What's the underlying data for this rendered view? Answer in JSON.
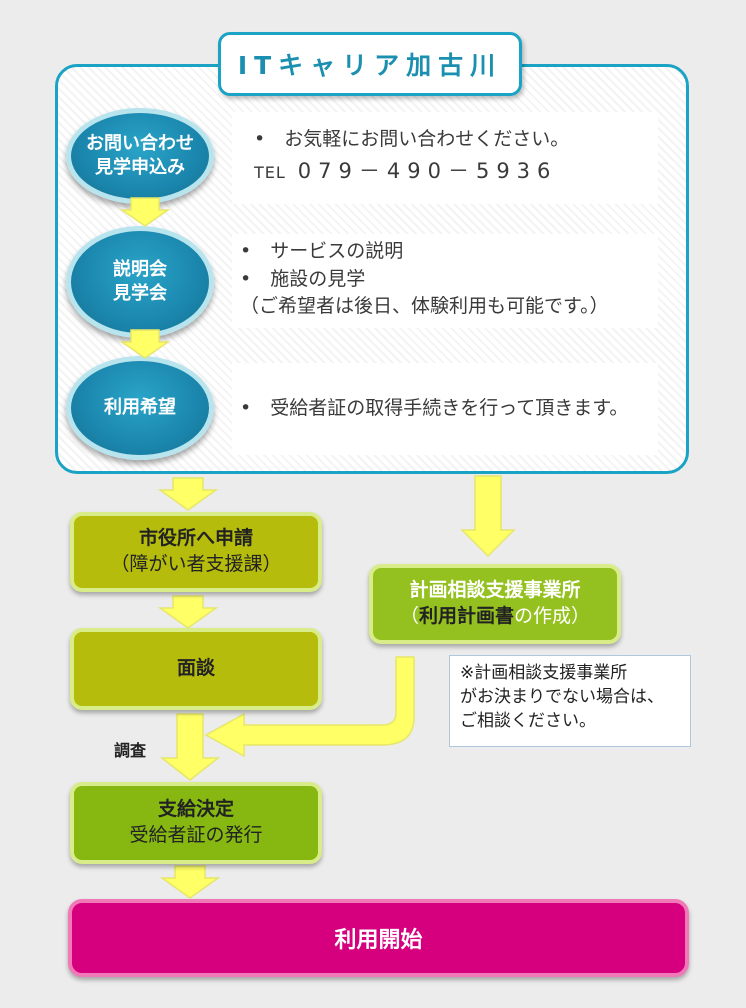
{
  "title": "ITキャリア加古川",
  "steps": [
    {
      "oval_lines": [
        "お問い合わせ",
        "見学申込み"
      ],
      "info_bullets": [
        "お気軽にお問い合わせください。"
      ],
      "tel_prefix": "TEL",
      "tel_number": "079－490－5936"
    },
    {
      "oval_lines": [
        "説明会",
        "見学会"
      ],
      "info_bullets": [
        "サービスの説明",
        "施設の見学"
      ],
      "info_note": "（ご希望者は後日、体験利用も可能です。）"
    },
    {
      "oval_lines": [
        "利用希望"
      ],
      "info_bullets": [
        "受給者証の取得手続きを行って頂きます。"
      ]
    }
  ],
  "bullet_char": "•",
  "city_office": {
    "line1": "市役所へ申請",
    "line2": "（障がい者支援課）"
  },
  "interview": {
    "label": "面談"
  },
  "survey_label": "調査",
  "planning_office": {
    "line1": "計画相談支援事業所",
    "line2_prefix": "（",
    "line2_bold": "利用計画書",
    "line2_suffix": "の作成）"
  },
  "note": [
    "※計画相談支援事業所",
    "がお決まりでない場合は、",
    "ご相談ください。"
  ],
  "decision": {
    "line1": "支給決定",
    "line2": "受給者証の発行"
  },
  "start": {
    "label": "利用開始"
  },
  "colors": {
    "teal": "#1aa3c4",
    "olive": "#b6bc0c",
    "green": "#86b811",
    "magenta": "#d6007f",
    "arrow_yellow": "#ffff66"
  }
}
